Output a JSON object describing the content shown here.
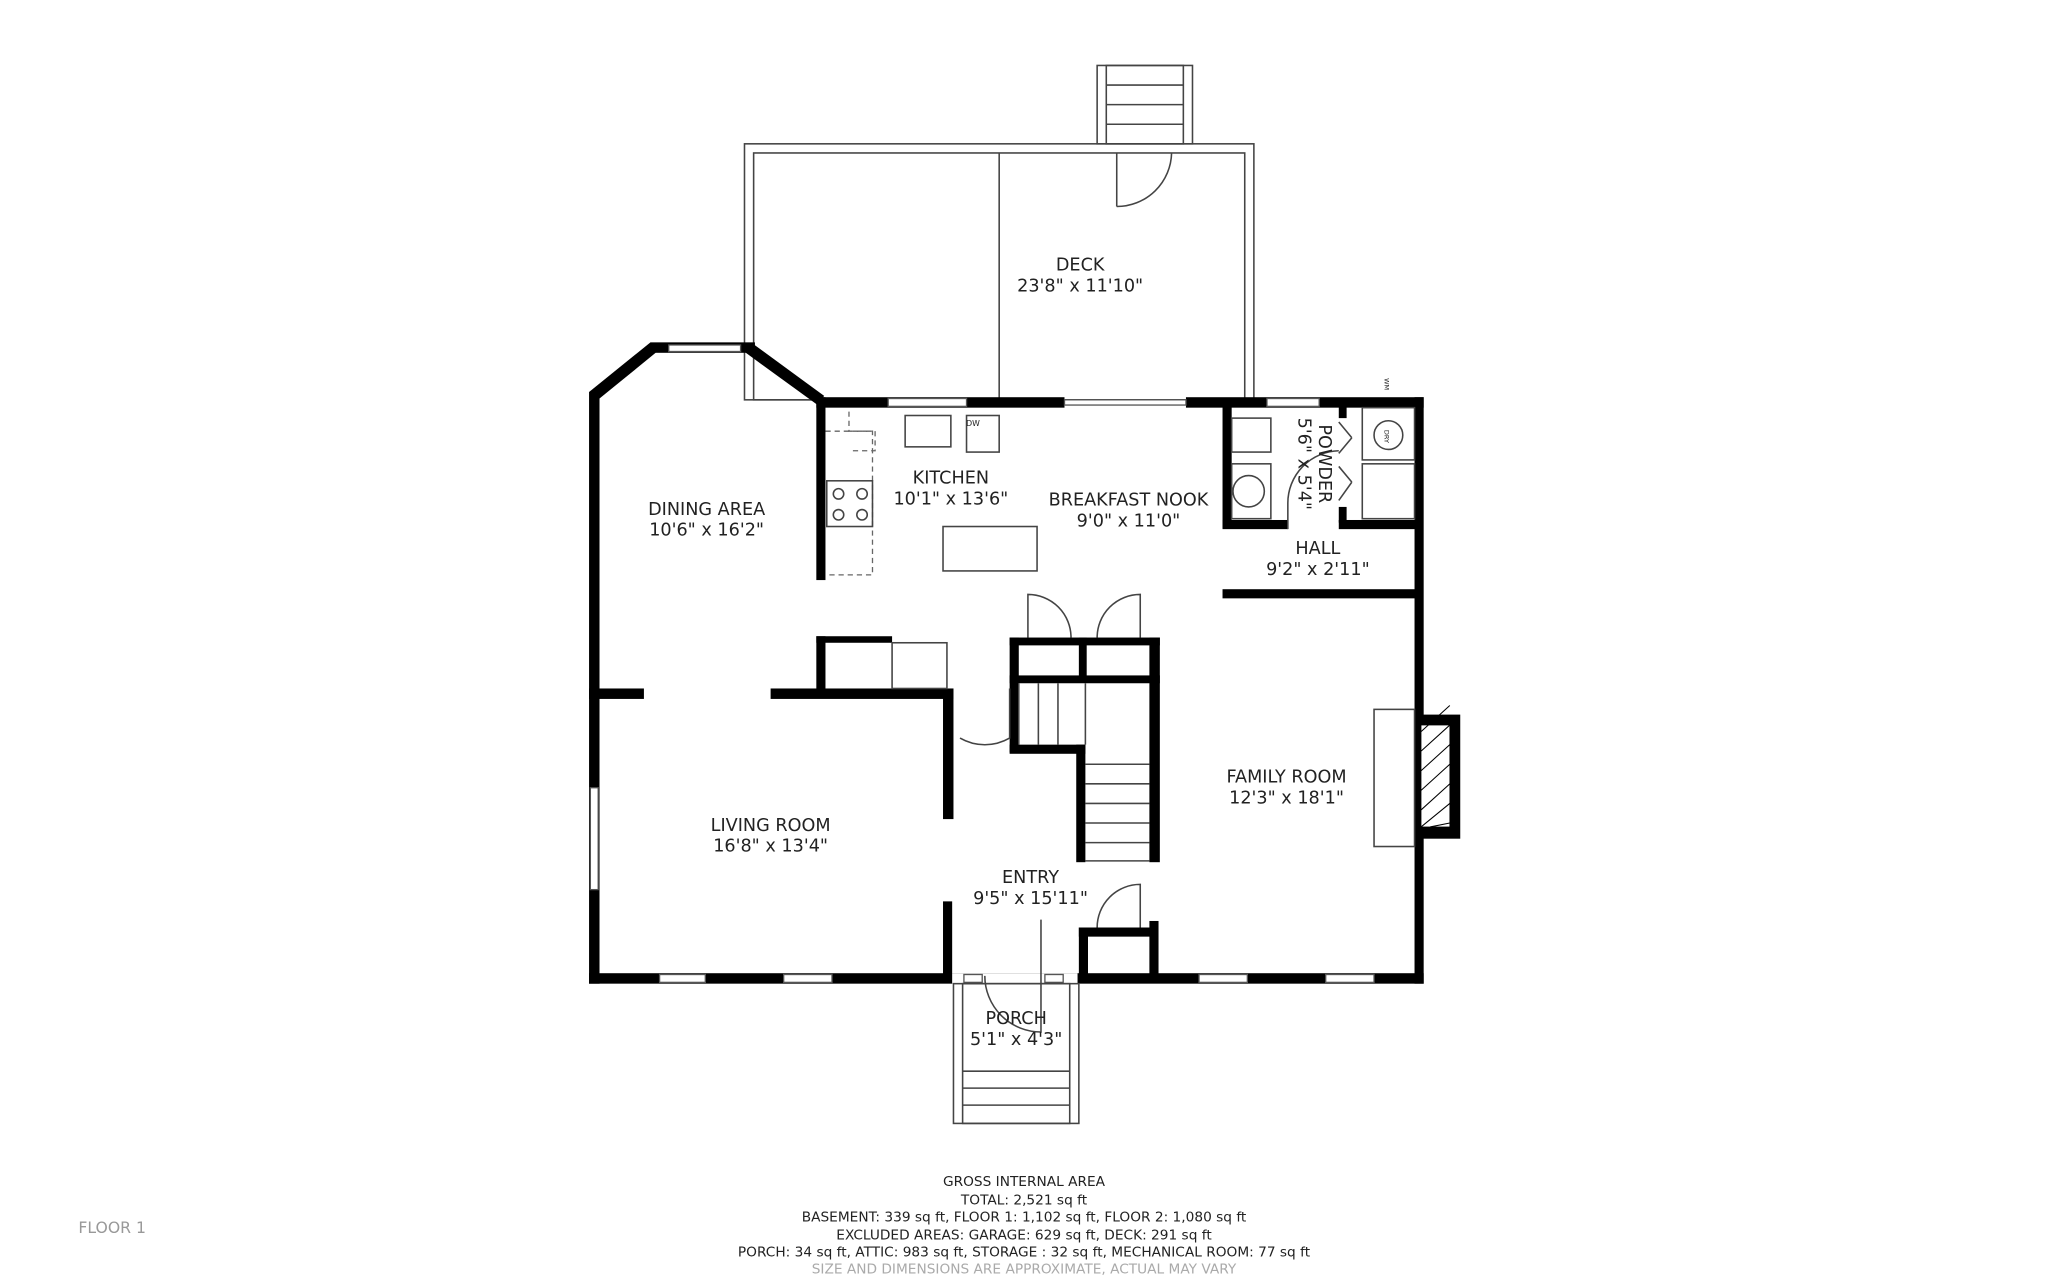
{
  "rooms": [
    {
      "name": "DECK",
      "size": "23'8\" x 11'10\""
    },
    {
      "name": "KITCHEN",
      "size": "10'1\" x 13'6\""
    },
    {
      "name": "BREAKFAST NOOK",
      "size": "9'0\" x 11'0\""
    },
    {
      "name": "DINING AREA",
      "size": "10'6\" x 16'2\""
    },
    {
      "name": "POWDER",
      "size": "5'6\" x 5'4\""
    },
    {
      "name": "HALL",
      "size": "9'2\" x 2'11\""
    },
    {
      "name": "FAMILY ROOM",
      "size": "12'3\" x 18'1\""
    },
    {
      "name": "LIVING ROOM",
      "size": "16'8\" x 13'4\""
    },
    {
      "name": "ENTRY",
      "size": "9'5\" x 15'11\""
    },
    {
      "name": "PORCH",
      "size": "5'1\" x 4'3\""
    }
  ],
  "appliance_labels": {
    "dishwasher": "DW",
    "washer": "WM",
    "dryer": "DRY"
  },
  "area_summary": {
    "heading": "GROSS INTERNAL AREA",
    "total": "TOTAL: 2,521 sq ft",
    "floors": "BASEMENT: 339 sq ft, FLOOR 1: 1,102 sq ft, FLOOR 2: 1,080 sq ft",
    "excluded": "EXCLUDED AREAS: GARAGE: 629 sq ft, DECK: 291 sq ft",
    "other": "PORCH: 34 sq ft, ATTIC: 983 sq ft, STORAGE : 32 sq ft, MECHANICAL ROOM: 77 sq ft",
    "disclaimer": "SIZE AND DIMENSIONS ARE APPROXIMATE, ACTUAL MAY VARY"
  },
  "floor_label": "FLOOR 1"
}
